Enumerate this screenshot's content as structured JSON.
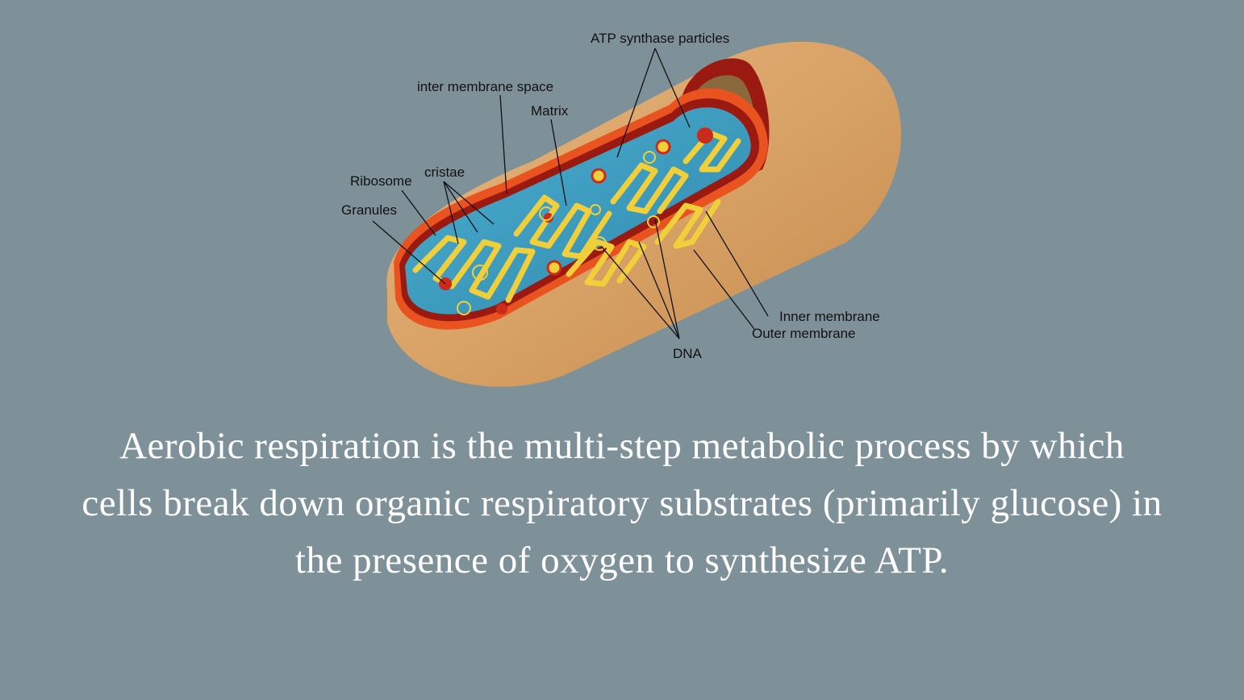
{
  "diagram": {
    "labels": {
      "atp_synthase": "ATP synthase particles",
      "inter_membrane_space": "inter membrane space",
      "matrix": "Matrix",
      "cristae": "cristae",
      "ribosome": "Ribosome",
      "granules": "Granules",
      "inner_membrane": "Inner membrane",
      "outer_membrane": "Outer membrane",
      "dna": "DNA"
    },
    "colors": {
      "background": "#7f9198",
      "outer_shell": "#d7a063",
      "outer_membrane": "#e8531f",
      "intermembrane": "#9a1a12",
      "matrix": "#3a9cc0",
      "cristae_edge": "#f0cf3a",
      "granule": "#cc2a1a"
    }
  },
  "caption": {
    "text": "Aerobic respiration is the multi-step metabolic process by which cells break down organic respiratory substrates (primarily glucose) in the presence of oxygen to synthesize ATP."
  }
}
